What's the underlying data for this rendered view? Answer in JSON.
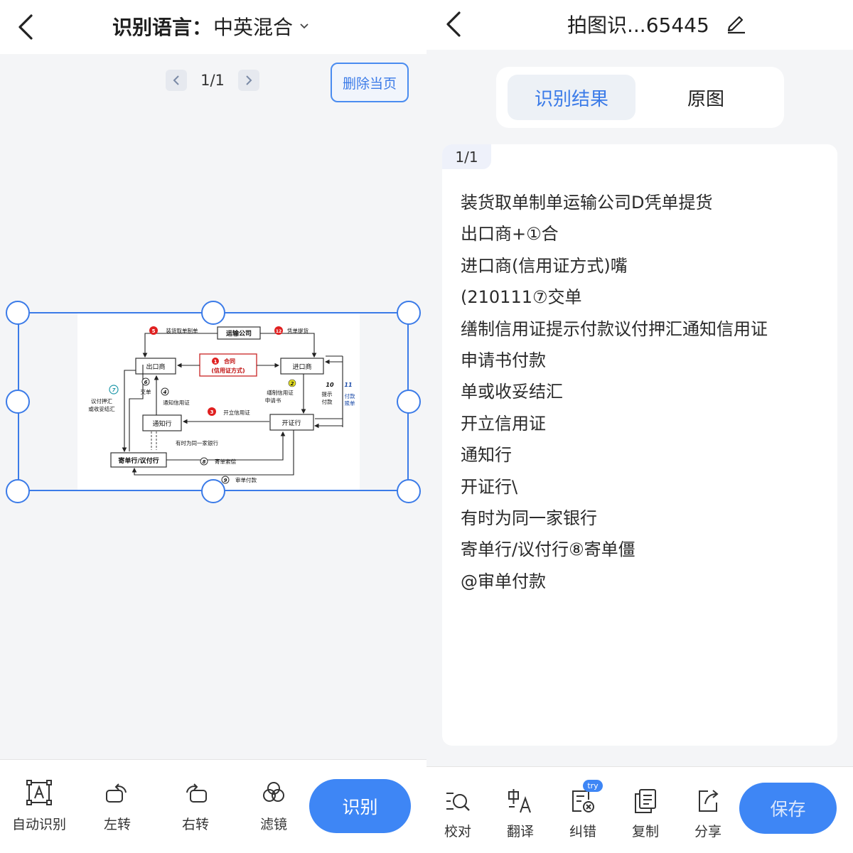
{
  "left": {
    "header": {
      "back_icon": "chevron-left-icon",
      "lang_label": "识别语言：",
      "lang_value": "中英混合",
      "dropdown_icon": "chevron-down-icon"
    },
    "pager": {
      "text": "1/1"
    },
    "delete_page": "删除当页",
    "diagram": {
      "nodes": {
        "transport": "运输公司",
        "exporter": "出口商",
        "importer": "进口商",
        "contract_line1": "合同",
        "contract_line2": "(信用证方式)",
        "advising_bank": "通知行",
        "issuing_bank": "开证行",
        "negotiating_bank": "寄单行/议付行"
      },
      "labels": {
        "n5": "5",
        "load": "装货取单制单",
        "n12": "12",
        "pickup": "凭单提货",
        "n1": "1",
        "n6": "6",
        "deliver": "交单",
        "n4": "4",
        "notify": "通知信用证",
        "n7": "7",
        "nego1": "议付押汇",
        "nego2": "或收妥结汇",
        "n2": "2",
        "apply1": "缮制信用证",
        "apply2": "申请书",
        "n10": "10",
        "present1": "提示",
        "present2": "付款",
        "n11": "11",
        "pay1": "付款",
        "pay2": "赎单",
        "n3": "3",
        "open": "开立信用证",
        "same_bank": "有时为同一家银行",
        "n8": "8",
        "send": "寄单索偿",
        "n9": "9",
        "review": "审单付款"
      }
    },
    "toolbar": {
      "auto": {
        "icon": "auto-detect-icon",
        "label": "自动识别"
      },
      "rotate_left": {
        "icon": "rotate-left-icon",
        "label": "左转"
      },
      "rotate_right": {
        "icon": "rotate-right-icon",
        "label": "右转"
      },
      "filter": {
        "icon": "filter-icon",
        "label": "滤镜"
      },
      "recognize": "识别"
    }
  },
  "right": {
    "header": {
      "back_icon": "chevron-left-icon",
      "title": "拍图识...65445",
      "edit_icon": "pencil-icon"
    },
    "tabs": [
      {
        "label": "识别结果",
        "active": true
      },
      {
        "label": "原图",
        "active": false
      }
    ],
    "page_badge": "1/1",
    "result_lines": [
      "装货取单制单运输公司D凭单提货",
      "出口商+①合",
      "进口商(信用证方式)嘴",
      "(210111⑦交单",
      "缮制信用证提示付款议付押汇通知信用证",
      "申请书付款",
      "单或收妥结汇",
      "开立信用证",
      "通知行",
      "开证行\\",
      "有时为同一家银行",
      "寄单行/议付行⑧寄单僵",
      "@审单付款"
    ],
    "toolbar": {
      "proofread": {
        "icon": "proofread-icon",
        "label": "校对"
      },
      "translate": {
        "icon": "translate-icon",
        "label": "翻译"
      },
      "correct": {
        "icon": "correct-errors-icon",
        "label": "纠错",
        "badge": "try"
      },
      "copy": {
        "icon": "copy-icon",
        "label": "复制"
      },
      "share": {
        "icon": "share-icon",
        "label": "分享"
      },
      "save": "保存"
    }
  },
  "colors": {
    "accent": "#3e86f5",
    "accent_text": "#3b7be8",
    "background": "#f4f5f7"
  }
}
